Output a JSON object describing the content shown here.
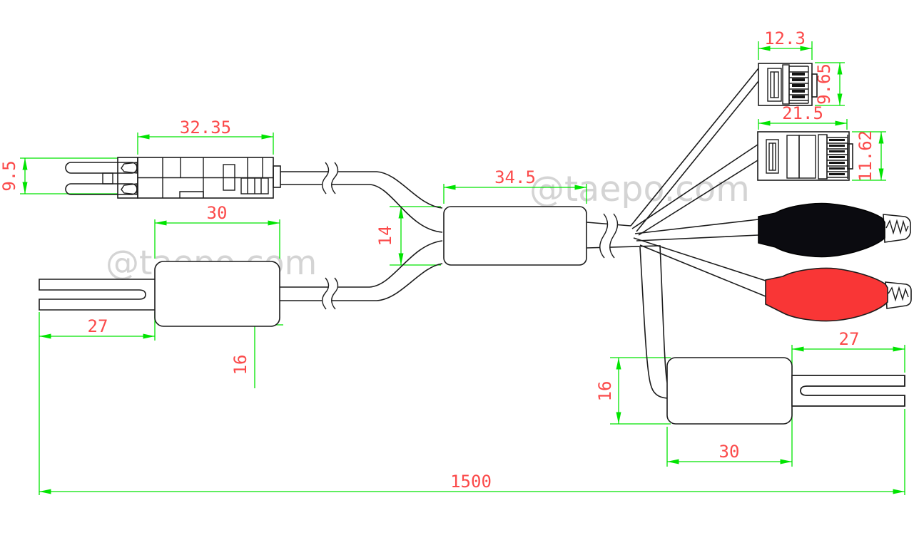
{
  "drawing": {
    "type": "cable-assembly-dimension-drawing",
    "description_units": "mm"
  },
  "watermark": {
    "text": "@taepo.com"
  },
  "colors": {
    "dimension_line": "#00e400",
    "dimension_text": "#fb4a4a",
    "outline": "#1c1c1c",
    "watermark": "#d4d4d4",
    "alligator_clip_black": "#0b0b10",
    "alligator_clip_red": "#f93636",
    "background": "#ffffff"
  },
  "dimensions": {
    "test_plug": {
      "length": "32.35",
      "pin_height": "9.5"
    },
    "left_boot": {
      "length": "30",
      "height": "16"
    },
    "left_fork": {
      "length": "27"
    },
    "splitter": {
      "length": "34.5",
      "height": "14"
    },
    "rj11": {
      "width": "12.3",
      "height": "9.65"
    },
    "rj45": {
      "width": "21.5",
      "height": "11.62"
    },
    "right_fork": {
      "length": "27"
    },
    "right_boot": {
      "height": "16",
      "length": "30"
    },
    "overall": {
      "length": "1500"
    }
  }
}
